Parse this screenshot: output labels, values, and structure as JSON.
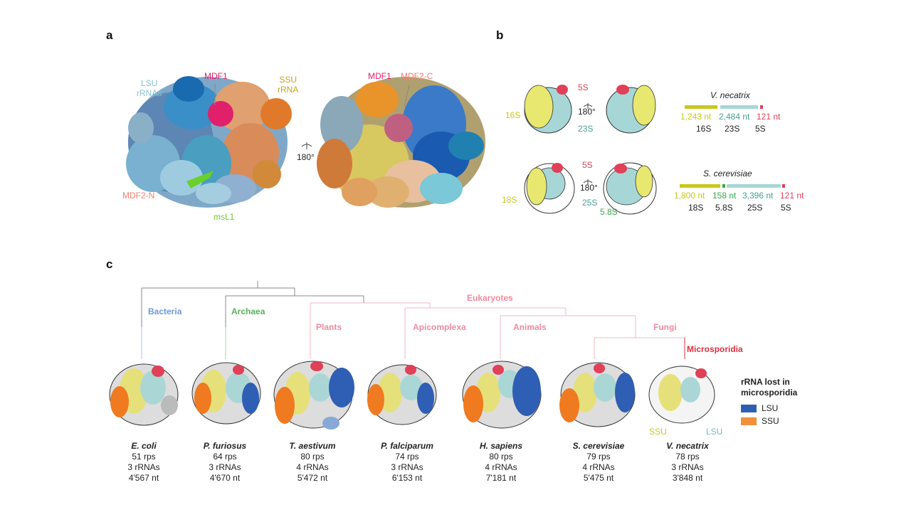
{
  "panels": {
    "a": "a",
    "b": "b",
    "c": "c"
  },
  "panel_a": {
    "lsu_rrnas": [
      "LSU",
      "rRNAs"
    ],
    "mdf1_left": "MDF1",
    "ssu_rrna": [
      "SSU",
      "rRNA"
    ],
    "rotation": "180°",
    "mdf2_n": "MDF2-N",
    "msl1": "msL1",
    "mdf1_right": "MDF1",
    "mdf2_c": "MDF2-C"
  },
  "panel_b": {
    "vn": {
      "species": "V. necatrix",
      "labels": {
        "s16": "16S",
        "s5": "5S",
        "rot": "180°",
        "s23": "23S"
      },
      "bars": [
        {
          "nt": "1,243 nt",
          "name": "16S",
          "color": "#c8c81e"
        },
        {
          "nt": "2,484 nt",
          "name": "23S",
          "color": "#a7d6d6"
        },
        {
          "nt": "121 nt",
          "name": "5S",
          "color": "#e04058"
        }
      ]
    },
    "sc": {
      "species": "S. cerevisiae",
      "labels": {
        "s18": "18S",
        "s5": "5S",
        "rot": "180°",
        "s25": "25S",
        "s58": "5.8S"
      },
      "bars": [
        {
          "nt": "1,800 nt",
          "name": "18S",
          "color": "#c8c81e"
        },
        {
          "nt": "158 nt",
          "name": "5.8S",
          "color": "#3aa84a"
        },
        {
          "nt": "3,396 nt",
          "name": "25S",
          "color": "#a7d6d6"
        },
        {
          "nt": "121 nt",
          "name": "5S",
          "color": "#e04058"
        }
      ]
    }
  },
  "panel_c": {
    "clades": {
      "bacteria": "Bacteria",
      "archaea": "Archaea",
      "eukaryotes": "Eukaryotes",
      "plants": "Plants",
      "apicomplexa": "Apicomplexa",
      "animals": "Animals",
      "fungi": "Fungi",
      "microsporidia": "Microsporidia"
    },
    "species": [
      {
        "name": "E. coli",
        "rps": "51 rps",
        "rrnas": "3 rRNAs",
        "nt": "4'567 nt"
      },
      {
        "name": "P. furiosus",
        "rps": "64 rps",
        "rrnas": "3 rRNAs",
        "nt": "4'670 nt"
      },
      {
        "name": "T. aestivum",
        "rps": "80 rps",
        "rrnas": "4 rRNAs",
        "nt": "5'472 nt"
      },
      {
        "name": "P. falciparum",
        "rps": "74 rps",
        "rrnas": "3 rRNAs",
        "nt": "6'153 nt"
      },
      {
        "name": "H. sapiens",
        "rps": "80 rps",
        "rrnas": "4 rRNAs",
        "nt": "7'181 nt"
      },
      {
        "name": "S. cerevisiae",
        "rps": "79 rps",
        "rrnas": "4 rRNAs",
        "nt": "5'475 nt"
      },
      {
        "name": "V. necatrix",
        "rps": "78 rps",
        "rrnas": "3 rRNAs",
        "nt": "3'848 nt"
      }
    ],
    "vn_ssu": "SSU",
    "vn_lsu": "LSU",
    "legend": {
      "title": [
        "rRNA lost in",
        "microsporidia"
      ],
      "items": [
        {
          "label": "LSU",
          "color": "#2f5fb4"
        },
        {
          "label": "SSU",
          "color": "#f0903a"
        }
      ]
    }
  },
  "colors": {
    "bacteria": "#6f98d8",
    "archaea": "#5ab05a",
    "eukaryotes": "#f08aa0",
    "microsporidia": "#e03040",
    "ssu_yellow": "#c8c81e",
    "lsu_teal": "#4a9e95",
    "red_5s": "#e04058",
    "mdf1": "#e0206a",
    "mdf2": "#f08070",
    "msl1": "#6ad02a"
  }
}
